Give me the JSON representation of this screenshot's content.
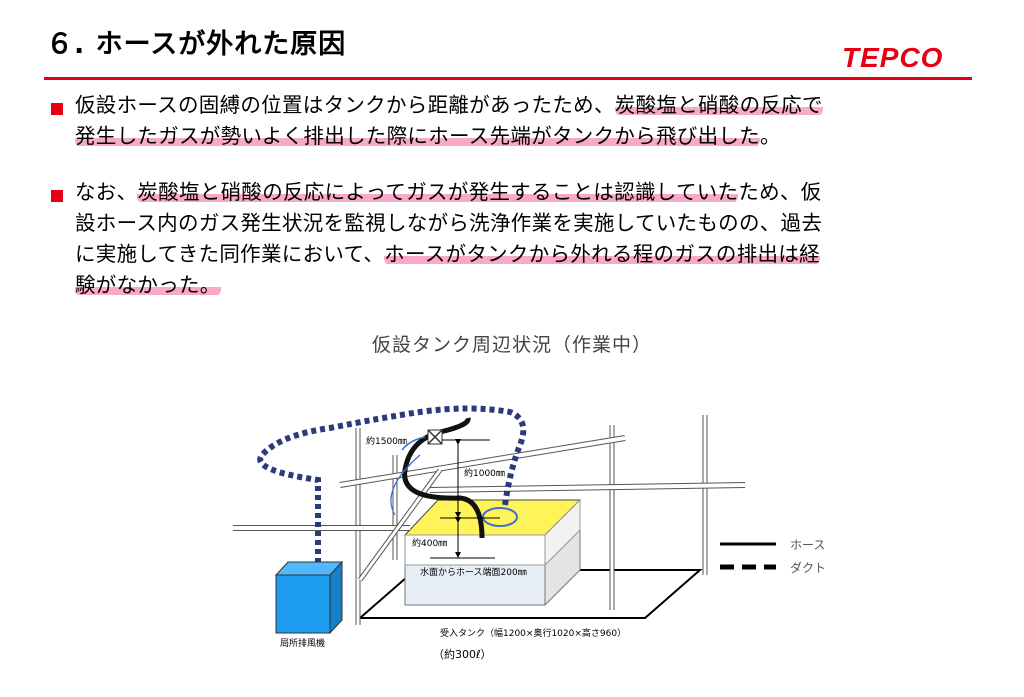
{
  "header": {
    "title": "６. ホースが外れた原因",
    "logo": "TEPCO"
  },
  "bullets": [
    {
      "lines": [
        [
          {
            "t": "仮設ホースの固縛の位置はタンクから距離があったため、"
          },
          {
            "t": "炭酸塩と硝酸の反応で",
            "hl": true
          }
        ],
        [
          {
            "t": "発生したガスが勢いよく排出した際にホース先端がタンクから飛び出した",
            "hl": true
          },
          {
            "t": "。"
          }
        ]
      ]
    },
    {
      "lines": [
        [
          {
            "t": "なお、"
          },
          {
            "t": "炭酸塩と硝酸の反応によってガスが発生することは認識していた",
            "hl": true
          },
          {
            "t": "ため、仮"
          }
        ],
        [
          {
            "t": "設ホース内のガス発生状況を監視しながら洗浄作業を実施していたものの、過去"
          }
        ],
        [
          {
            "t": "に実施してきた同作業において、"
          },
          {
            "t": "ホースがタンクから外れる程のガスの排出は経",
            "hl": true
          }
        ],
        [
          {
            "t": "験がなかった。",
            "hl": true
          }
        ]
      ]
    }
  ],
  "diagram": {
    "caption": "仮設タンク周辺状況（作業中）",
    "labels": {
      "approx_1500": "約1500㎜",
      "approx_1000": "約1000㎜",
      "approx_400": "約400㎜",
      "water_to_hose": "水面からホース端面200㎜",
      "exhaust_fan": "局所排風機",
      "receiving_tank": "受入タンク（幅1200×奥行1020×高さ960）",
      "volume": "（約300ℓ）"
    },
    "legend": {
      "hose": "ホース",
      "duct": "ダクト"
    },
    "colors": {
      "duct": "#2b3a7a",
      "tank_top": "#fff35a",
      "fan": "#1e9cf0",
      "accent": "#e60012",
      "highlight": "#f8a8c8"
    }
  }
}
